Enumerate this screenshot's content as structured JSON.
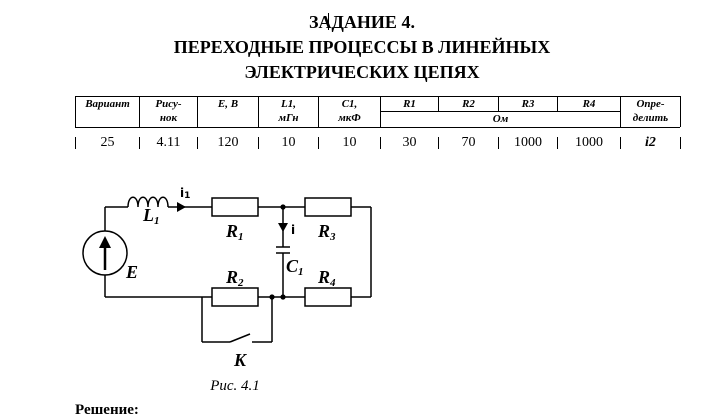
{
  "title": {
    "line1": "ЗАДАНИЕ 4.",
    "line2": "ПЕРЕХОДНЫЕ ПРОЦЕССЫ В ЛИНЕЙНЫХ",
    "line3": "ЭЛЕКТРИЧЕСКИХ ЦЕПЯХ"
  },
  "table": {
    "headers": {
      "variant": "Вариант",
      "figure_1": "Рису-",
      "figure_2": "нок",
      "e": "E, В",
      "l1_1": "L1,",
      "l1_2": "мГн",
      "c1_1": "C1,",
      "c1_2": "мкФ",
      "r1": "R1",
      "r2": "R2",
      "r3": "R3",
      "r4": "R4",
      "ohm": "Ом",
      "determine_1": "Опре-",
      "determine_2": "делить"
    },
    "values": {
      "variant": "25",
      "figure": "4.11",
      "e": "120",
      "l1": "10",
      "c1": "10",
      "r1": "30",
      "r2": "70",
      "r3": "1000",
      "r4": "1000",
      "determine": "i2"
    }
  },
  "circuit": {
    "labels": {
      "L": "L",
      "L_sub": "1",
      "i1": "i",
      "i1_sub": "1",
      "E": "E",
      "R1": "R",
      "R1_sub": "1",
      "R2": "R",
      "R2_sub": "2",
      "R3": "R",
      "R3_sub": "3",
      "R4": "R",
      "R4_sub": "4",
      "C": "C",
      "C_sub": "1",
      "i": "i",
      "K": "K"
    },
    "caption": "Рис. 4.1"
  },
  "solution_label": "Решение:"
}
